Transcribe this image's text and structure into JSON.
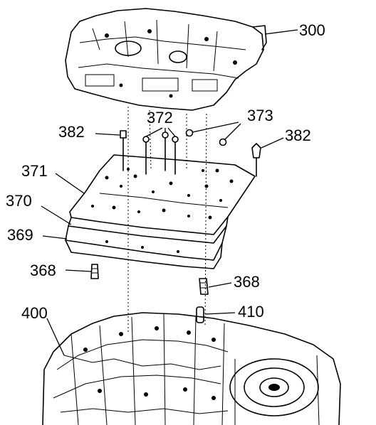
{
  "diagram": {
    "callouts": [
      {
        "id": "c300",
        "label": "300"
      },
      {
        "id": "c372",
        "label": "372"
      },
      {
        "id": "c373",
        "label": "373"
      },
      {
        "id": "c382a",
        "label": "382"
      },
      {
        "id": "c382b",
        "label": "382"
      },
      {
        "id": "c371",
        "label": "371"
      },
      {
        "id": "c370",
        "label": "370"
      },
      {
        "id": "c369",
        "label": "369"
      },
      {
        "id": "c368a",
        "label": "368"
      },
      {
        "id": "c368b",
        "label": "368"
      },
      {
        "id": "c400",
        "label": "400"
      },
      {
        "id": "c410",
        "label": "410"
      }
    ]
  }
}
